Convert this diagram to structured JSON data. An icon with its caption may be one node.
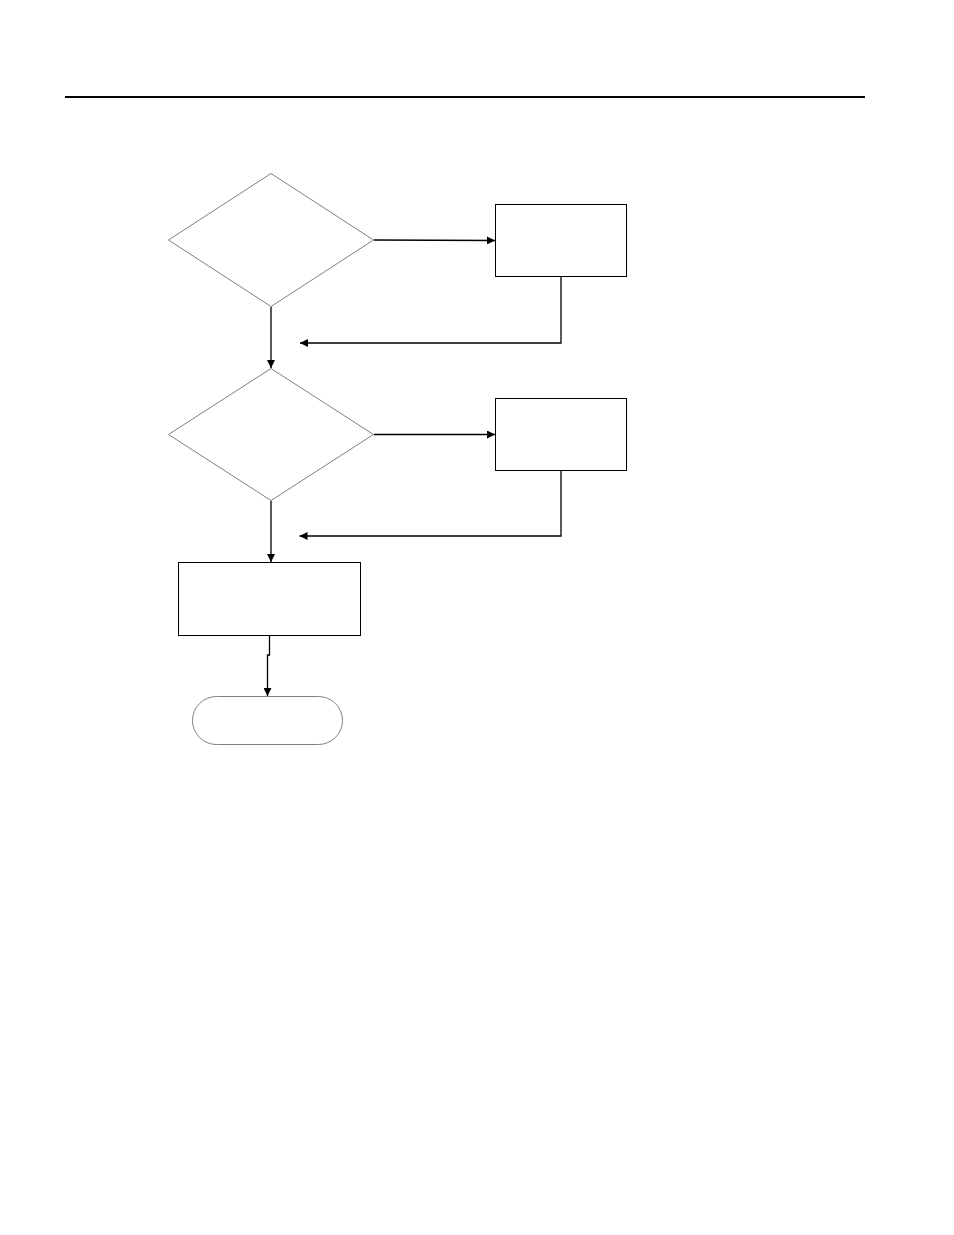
{
  "diagram": {
    "nodes": [
      {
        "text": [],
        "shape": "diamond"
      },
      {
        "text": [],
        "shape": "box"
      },
      {
        "text": [],
        "shape": "diamond"
      },
      {
        "text": [],
        "shape": "box"
      },
      {
        "text": [],
        "shape": "box"
      },
      {
        "text": [],
        "shape": "oval"
      }
    ],
    "edges": [
      {
        "from": 0,
        "to": 1,
        "arrow": "to"
      },
      {
        "from": 1,
        "to": 2,
        "arrow": "to"
      },
      {
        "from": 0,
        "to": 2,
        "arrow": "to"
      },
      {
        "from": 2,
        "to": 3,
        "arrow": "to"
      },
      {
        "from": 3,
        "to": 4,
        "arrow": "to"
      },
      {
        "from": 2,
        "to": 4,
        "arrow": "to"
      },
      {
        "from": 4,
        "to": 5,
        "arrow": "to"
      }
    ]
  }
}
